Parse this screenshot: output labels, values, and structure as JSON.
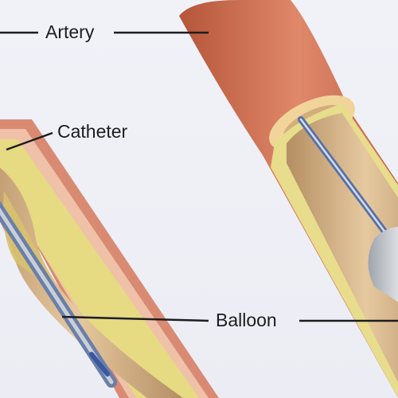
{
  "labels": {
    "artery": "Artery",
    "catheter": "Catheter",
    "balloon": "Balloon"
  },
  "colors": {
    "background": "#eef0f6",
    "artery_outer": "#c9674a",
    "artery_wall": "#e0a08a",
    "plaque": "#e8df8a",
    "lumen": "#d9b68c",
    "catheter": "#5a78b0",
    "balloon": "#cfd3d8",
    "leader_line": "#1d1d1f"
  }
}
